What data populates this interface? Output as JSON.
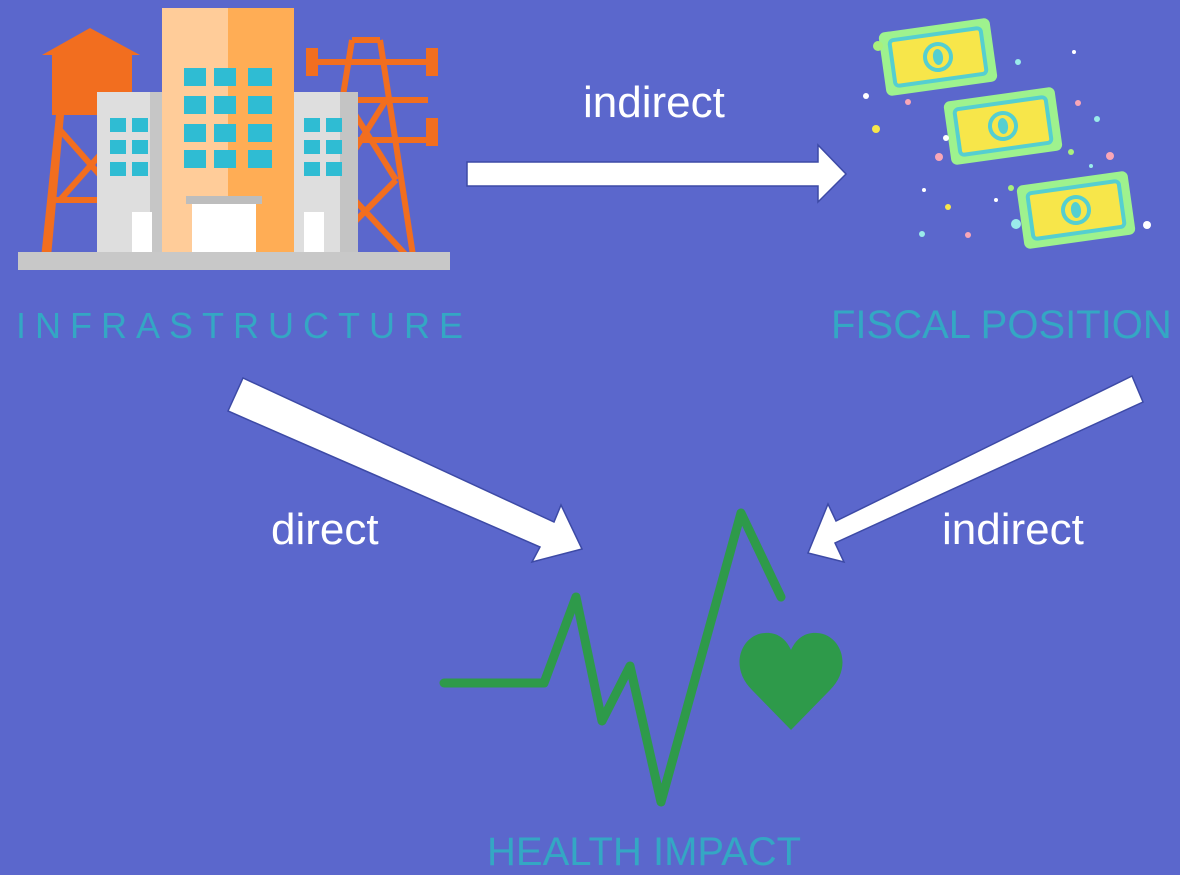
{
  "colors": {
    "background": "#5b67cc",
    "node_label": "#34a7c4",
    "edge_label": "#ffffff",
    "arrow_fill": "#ffffff",
    "health_line": "#2e9a4a"
  },
  "nodes": {
    "infrastructure": {
      "label": "INFRASTRUCTURE",
      "icon": "infrastructure-buildings-icon"
    },
    "fiscal_position": {
      "label": "FISCAL POSITION",
      "icon": "money-bills-icon"
    },
    "health_impact": {
      "label": "HEALTH IMPACT",
      "icon": "heartbeat-heart-icon"
    }
  },
  "edges": [
    {
      "from": "infrastructure",
      "to": "fiscal_position",
      "label": "indirect"
    },
    {
      "from": "infrastructure",
      "to": "health_impact",
      "label": "direct"
    },
    {
      "from": "fiscal_position",
      "to": "health_impact",
      "label": "indirect"
    }
  ]
}
